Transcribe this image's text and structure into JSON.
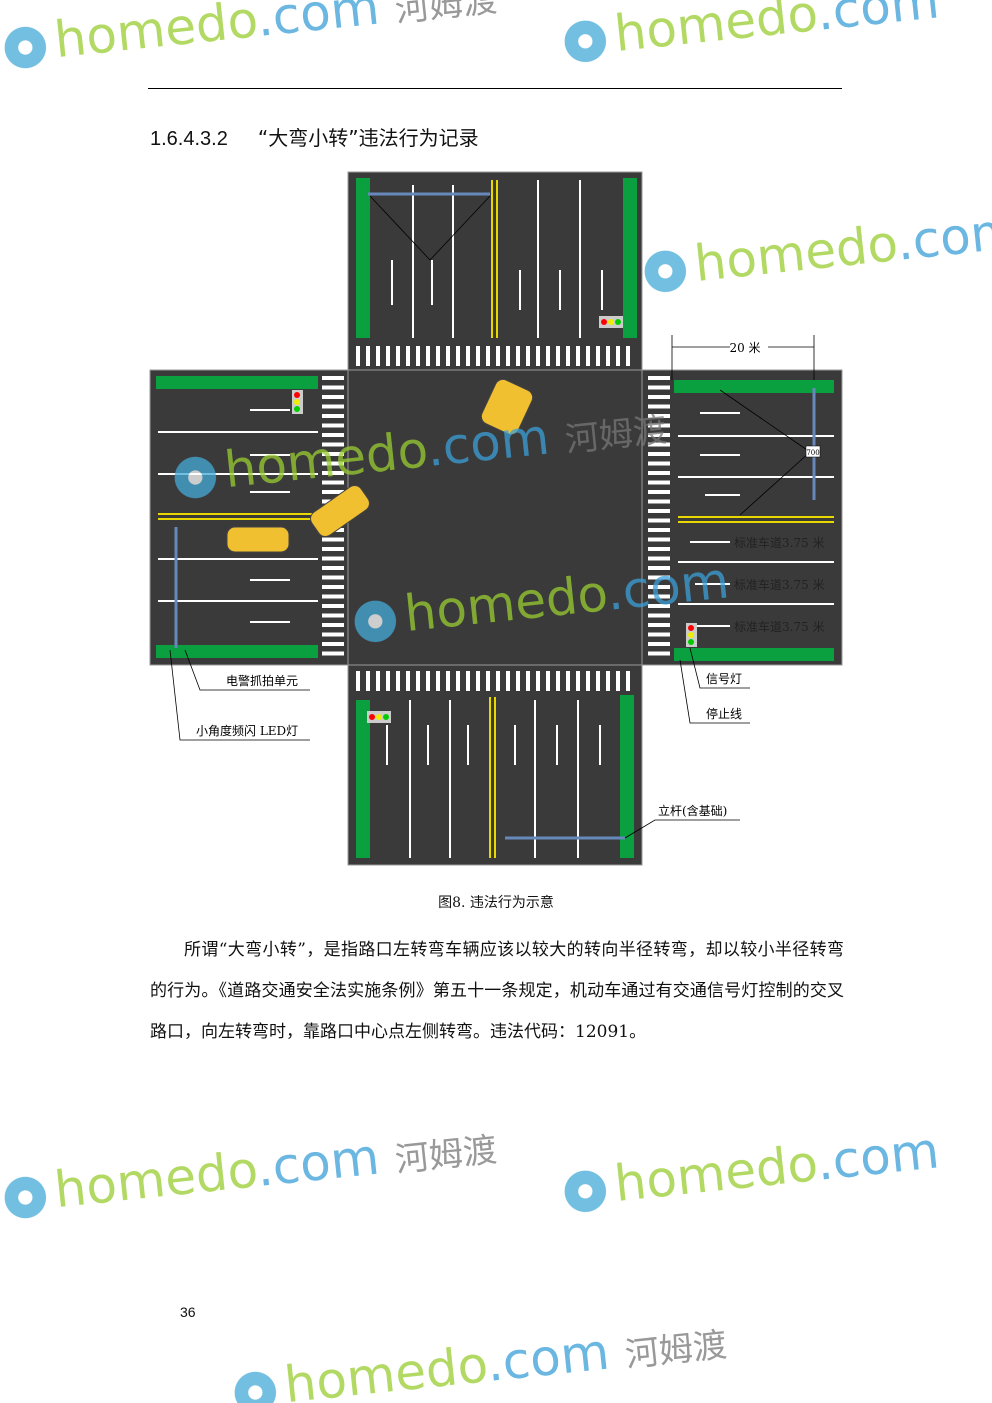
{
  "heading": {
    "number": "1.6.4.3.2",
    "title": "“大弯小转”违法行为记录"
  },
  "figure": {
    "caption": "图8. 违法行为示意",
    "dimension_label": "20 米",
    "lane_labels": [
      "标准车道3.75 米",
      "标准车道3.75 米",
      "标准车道3.75 米"
    ],
    "callouts": {
      "signal": "信号灯",
      "stop_line": "停止线",
      "pole": "立杆(含基础)",
      "camera": "电警抓拍单元",
      "led": "小角度频闪 LED灯"
    },
    "sign_text": "700"
  },
  "paragraph": "所谓“大弯小转”，是指路口左转弯车辆应该以较大的转向半径转弯，却以较小半径转弯的行为。《道路交通安全法实施条例》第五十一条规定，机动车通过有交通信号灯控制的交叉路口，向左转弯时，靠路口中心点左侧转弯。违法代码：12091。",
  "page_number": "36",
  "watermark": {
    "brand": "homedo",
    "dot": ".com",
    "cn": "河姆渡"
  }
}
